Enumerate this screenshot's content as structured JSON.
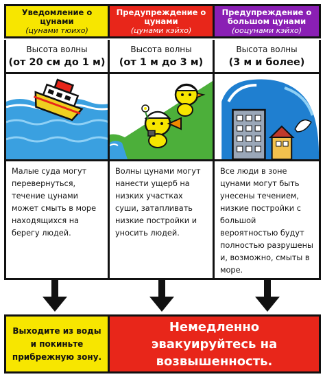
{
  "columns": [
    {
      "title": "Уведомление о цунами",
      "subtitle": "(цунами тюихо)",
      "height_label": "Высота волны",
      "height_value": "(от 20 см до 1 м)",
      "description": "Малые суда могут перевернуться, течение цунами может смыть в море находящихся на берегу людей.",
      "color": "#f7e600"
    },
    {
      "title": "Предупреждение о цунами",
      "subtitle": "(цунами кэйхо)",
      "height_label": "Высота волны",
      "height_value": "(от 1 м до 3 м)",
      "description": "Волны цунами могут нанести ущерб на низких участках суши, затапливать низкие постройки и уносить людей.",
      "color": "#e8261a"
    },
    {
      "title": "Предупреждение о большом цунами",
      "subtitle": "(ооцунами кэйхо)",
      "height_label": "Высота волны",
      "height_value": "(3 м и более)",
      "description": "Все люди в зоне цунами могут быть унесены течением, низкие постройки с большой вероятностью будут полностью разрушены и, возможно, смыты в море.",
      "color": "#8a1fb4"
    }
  ],
  "actions": {
    "left_text": "Выходите из воды и покиньте прибрежную зону.",
    "right_text": "Немедленно эвакуируйтесь на возвышенность.",
    "left_color": "#f7e600",
    "right_color": "#e8261a"
  }
}
